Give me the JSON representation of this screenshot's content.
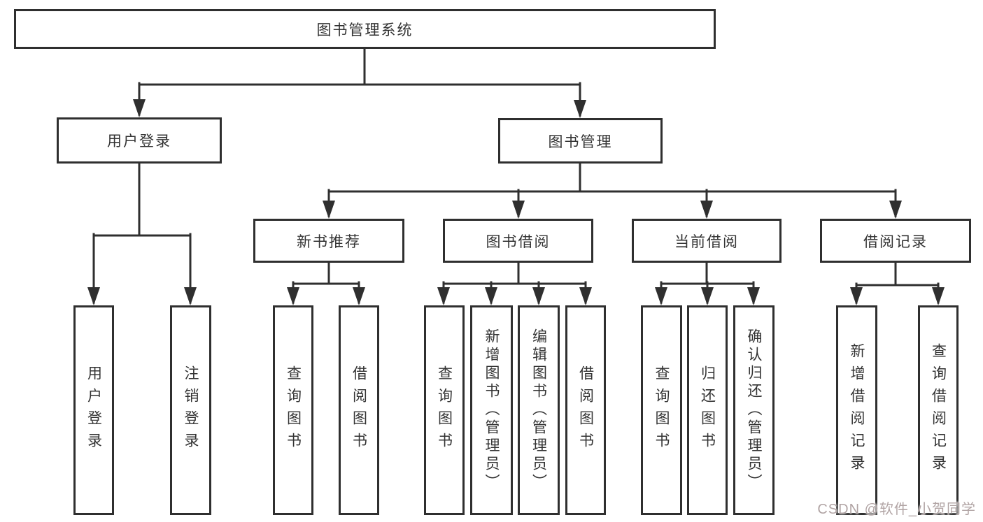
{
  "diagram": {
    "root": {
      "label": "图书管理系统"
    },
    "branches": [
      {
        "label": "用户登录",
        "children": [
          {
            "label": "用户登录"
          },
          {
            "label": "注销登录"
          }
        ]
      },
      {
        "label": "图书管理",
        "children": [
          {
            "label": "新书推荐",
            "children": [
              {
                "label": "查询图书"
              },
              {
                "label": "借阅图书"
              }
            ]
          },
          {
            "label": "图书借阅",
            "children": [
              {
                "label": "查询图书"
              },
              {
                "label": "新增图书（管理员）"
              },
              {
                "label": "编辑图书（管理员）"
              },
              {
                "label": "借阅图书"
              }
            ]
          },
          {
            "label": "当前借阅",
            "children": [
              {
                "label": "查询图书"
              },
              {
                "label": "归还图书"
              },
              {
                "label": "确认归还（管理员）"
              }
            ]
          },
          {
            "label": "借阅记录",
            "children": [
              {
                "label": "新增借阅记录"
              },
              {
                "label": "查询借阅记录"
              }
            ]
          }
        ]
      }
    ]
  },
  "watermark": {
    "text": "CSDN @软件_小贺同学",
    "color": "#b1a4a4"
  },
  "colors": {
    "line": "#2f2f2f",
    "box_fill": "#ffffff",
    "text": "#333333",
    "background": "#ffffff"
  }
}
